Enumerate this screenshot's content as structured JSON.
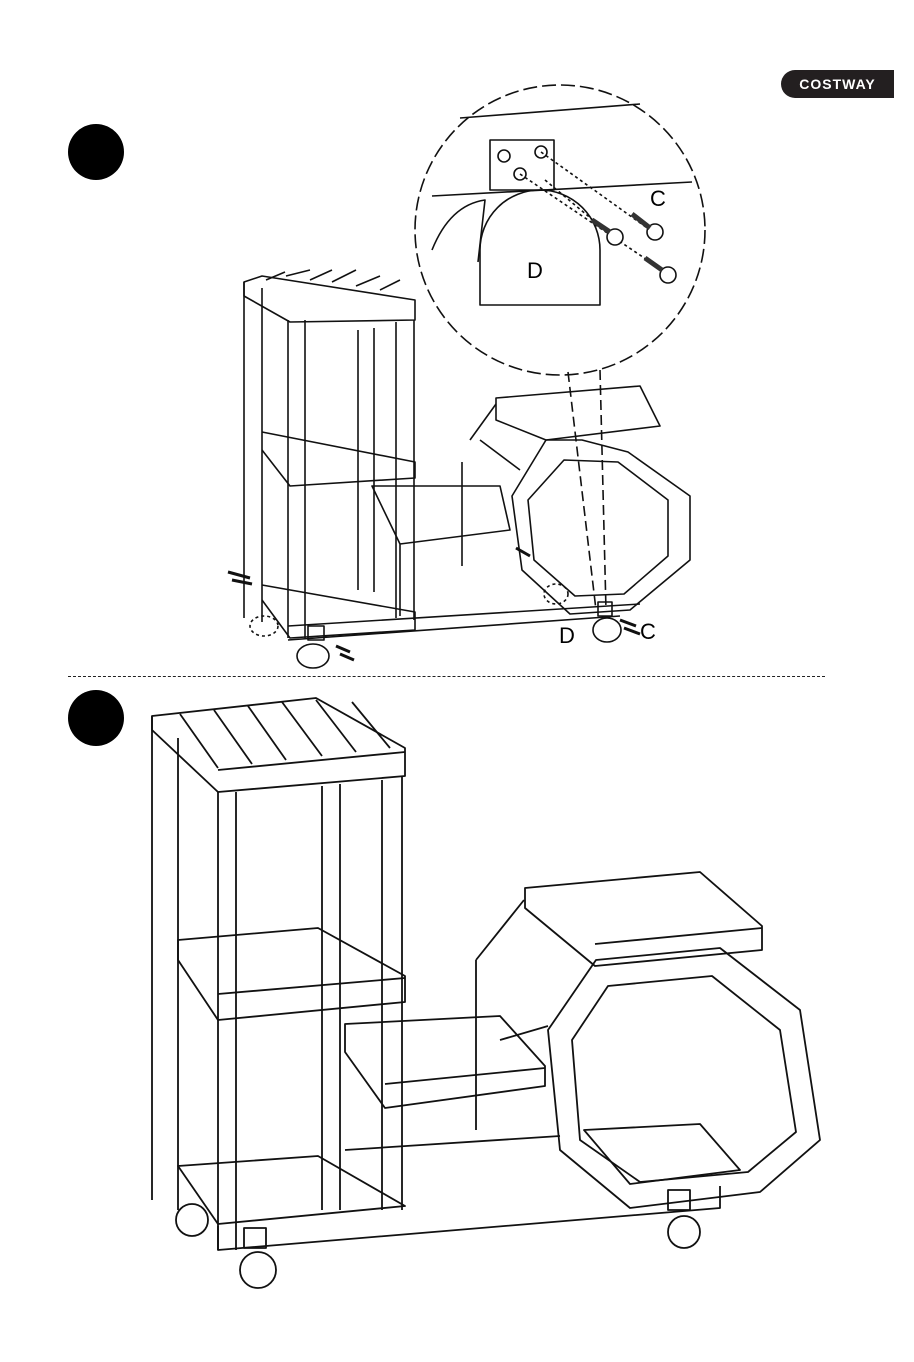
{
  "brand": {
    "name": "COSTWAY"
  },
  "step1": {
    "detail_label_screw": "C",
    "detail_label_caster": "D",
    "label_caster": "D",
    "label_screw": "C"
  },
  "colors": {
    "ink": "#111111",
    "shade": "#555555",
    "brand_bg": "#231f20"
  }
}
